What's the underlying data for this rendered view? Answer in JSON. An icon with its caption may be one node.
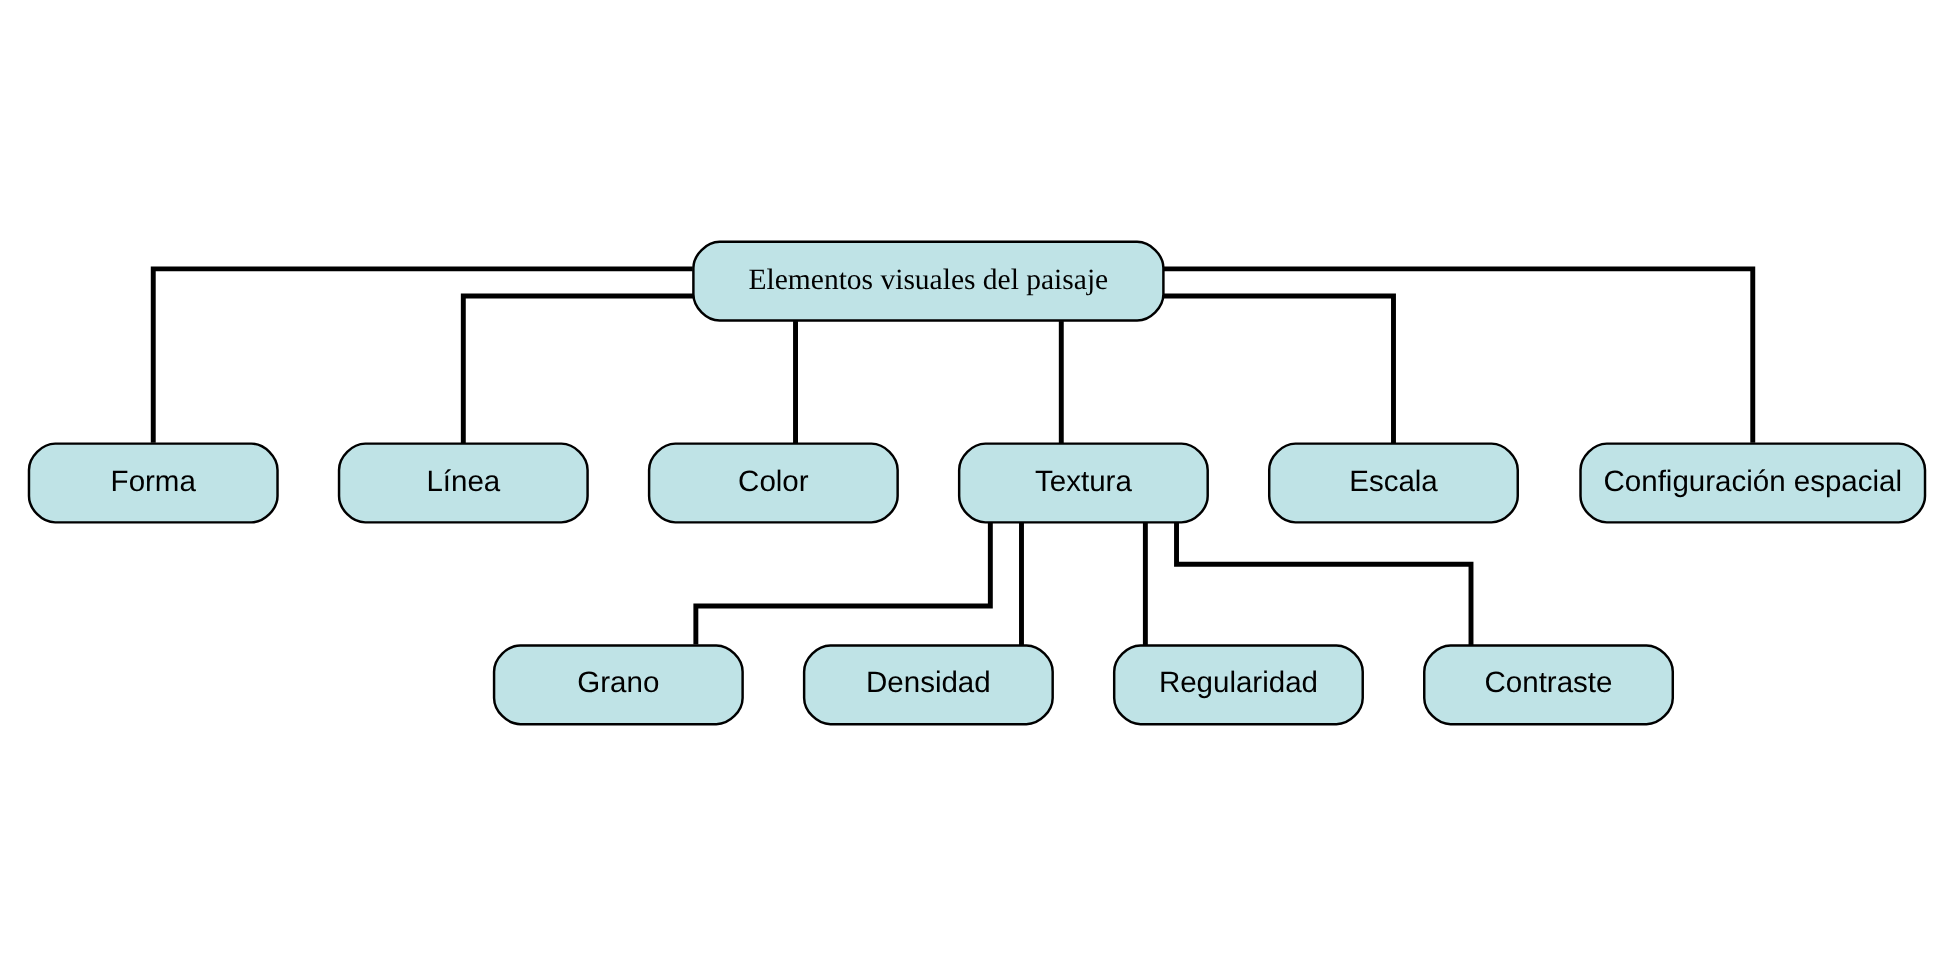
{
  "diagram": {
    "nodes": [
      {
        "text": [
          "Elementos visuales del paisaje"
        ]
      },
      {
        "text": [
          "Forma"
        ]
      },
      {
        "text": [
          "Línea"
        ]
      },
      {
        "text": [
          "Color"
        ]
      },
      {
        "text": [
          "Textura"
        ]
      },
      {
        "text": [
          "Escala"
        ]
      },
      {
        "text": [
          "Configuración espacial"
        ]
      },
      {
        "text": [
          "Grano"
        ]
      },
      {
        "text": [
          "Densidad"
        ]
      },
      {
        "text": [
          "Regularidad"
        ]
      },
      {
        "text": [
          "Contraste"
        ]
      }
    ],
    "edges": [
      {
        "from": 0,
        "to": 1,
        "arrow": "none"
      },
      {
        "from": 0,
        "to": 2,
        "arrow": "none"
      },
      {
        "from": 0,
        "to": 3,
        "arrow": "none"
      },
      {
        "from": 0,
        "to": 4,
        "arrow": "none"
      },
      {
        "from": 0,
        "to": 5,
        "arrow": "none"
      },
      {
        "from": 0,
        "to": 6,
        "arrow": "none"
      },
      {
        "from": 4,
        "to": 7,
        "arrow": "none"
      },
      {
        "from": 4,
        "to": 8,
        "arrow": "none"
      },
      {
        "from": 4,
        "to": 9,
        "arrow": "none"
      },
      {
        "from": 4,
        "to": 10,
        "arrow": "none"
      }
    ]
  }
}
